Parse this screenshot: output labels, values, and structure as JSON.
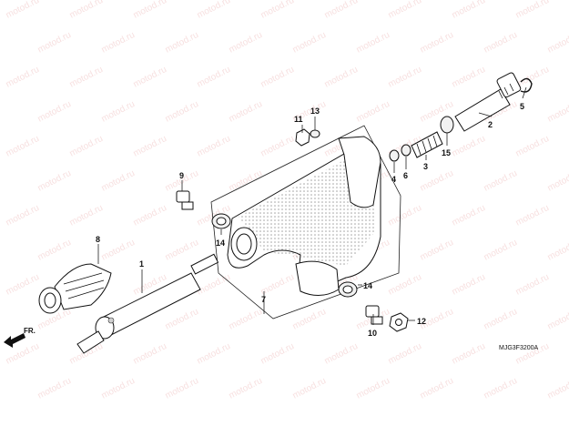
{
  "diagram": {
    "code": "MJG3F3200A",
    "direction_label": "FR.",
    "watermark": "motod.ru",
    "callouts": [
      "1",
      "2",
      "3",
      "4",
      "5",
      "6",
      "7",
      "8",
      "9",
      "10",
      "11",
      "12",
      "13",
      "14",
      "14",
      "15"
    ],
    "colors": {
      "line": "#111111",
      "watermark": "#f1c7c7",
      "shade": "#cfcfcf"
    }
  }
}
